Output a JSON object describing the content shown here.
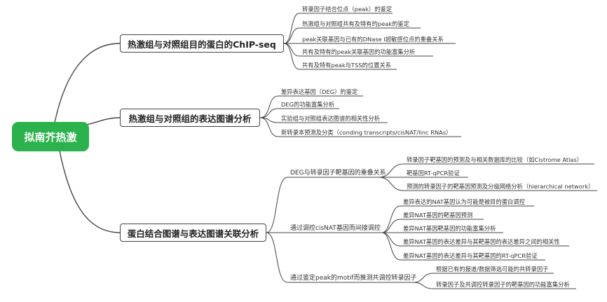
{
  "root": {
    "label": "拟南芥热激"
  },
  "branches": [
    {
      "label": "热激组与对照组目的蛋白的ChIP-seq",
      "items": [
        "转录因子结合位点（peak）的鉴定",
        "热激组与对照组共有及特有的peak的鉴定",
        "peak关联基因与已有的DNase I超敏感位点的重叠关系",
        "共有及特有的peak关联基因的功能富集分析",
        "共有及特有peak与TSS的位置关系"
      ]
    },
    {
      "label": "热激组与对照组的表达图谱分析",
      "items": [
        "差异表达基因（DEG）的鉴定",
        "DEG的功能富集分析",
        "实验组与对照组表达图谱的相关性分析",
        "新转录本预测及分类（conding transcripts/cisNAT/linc RNAs）"
      ]
    },
    {
      "label": "蛋白结合图谱与表达图谱关联分析",
      "subs": [
        {
          "label": "DEG与转录因子靶基因的重叠关系",
          "items": [
            "转录因子靶基因的预测及与相关数据库的比较（如Cistrome Atlas）",
            "靶基因RT-qPCR验证",
            "预测的转录因子的靶基因预测及分级网络分析（hierarchical network）"
          ]
        },
        {
          "label": "通过调控cisNAT基因而间接调控",
          "items": [
            "差异表达的NAT基因认为可能是被目的蛋白调控",
            "差异NAT基因的靶基因预测",
            "差异NAT基因靶基因的功能富集分析",
            "差异NAT基因的表达差异与其靶基因的表达差异之间的相关性",
            "差异NAT基因的表达差异与其靶基因的RT-qPCR验证"
          ]
        },
        {
          "label": "通过鉴定peak的motif而推测共调控转录因子",
          "items": [
            "根据已有的报道/数据筛选可能的共转录因子",
            "转录因子及共调控转录因子的靶基因的功能富集分析"
          ]
        }
      ]
    }
  ]
}
